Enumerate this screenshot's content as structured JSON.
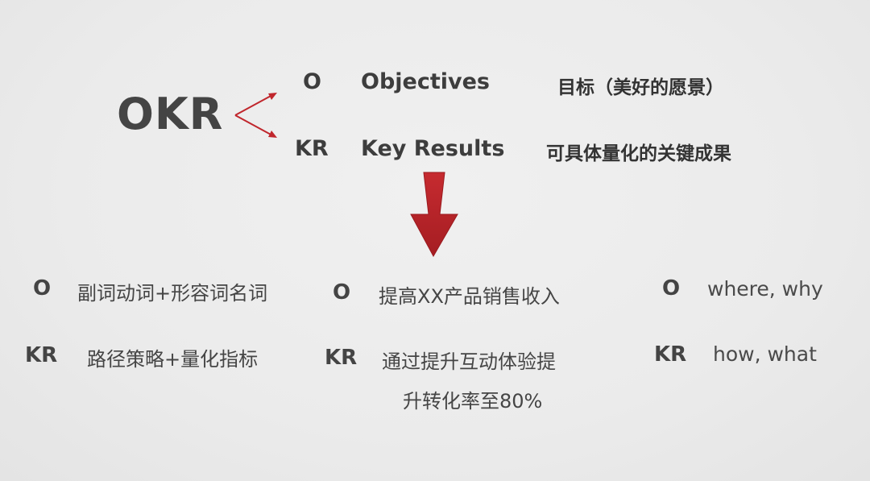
{
  "title": "OKR",
  "definitions": [
    {
      "code": "O",
      "english": "Objectives",
      "chinese": "目标（美好的愿景）"
    },
    {
      "code": "KR",
      "english": "Key Results",
      "chinese": "可具体量化的关键成果"
    }
  ],
  "columns": [
    {
      "o_code": "O",
      "o_text": "副词动词+形容词名词",
      "kr_code": "KR",
      "kr_text": "路径策略+量化指标"
    },
    {
      "o_code": "O",
      "o_text": "提高XX产品销售收入",
      "kr_code": "KR",
      "kr_text_line1": "通过提升互动体验提",
      "kr_text_line2": "升转化率至80%"
    },
    {
      "o_code": "O",
      "o_text": "where, why",
      "kr_code": "KR",
      "kr_text": "how, what"
    }
  ],
  "colors": {
    "arrow_red": "#c0262c",
    "text_dark": "#404040",
    "background": "#ededed"
  }
}
